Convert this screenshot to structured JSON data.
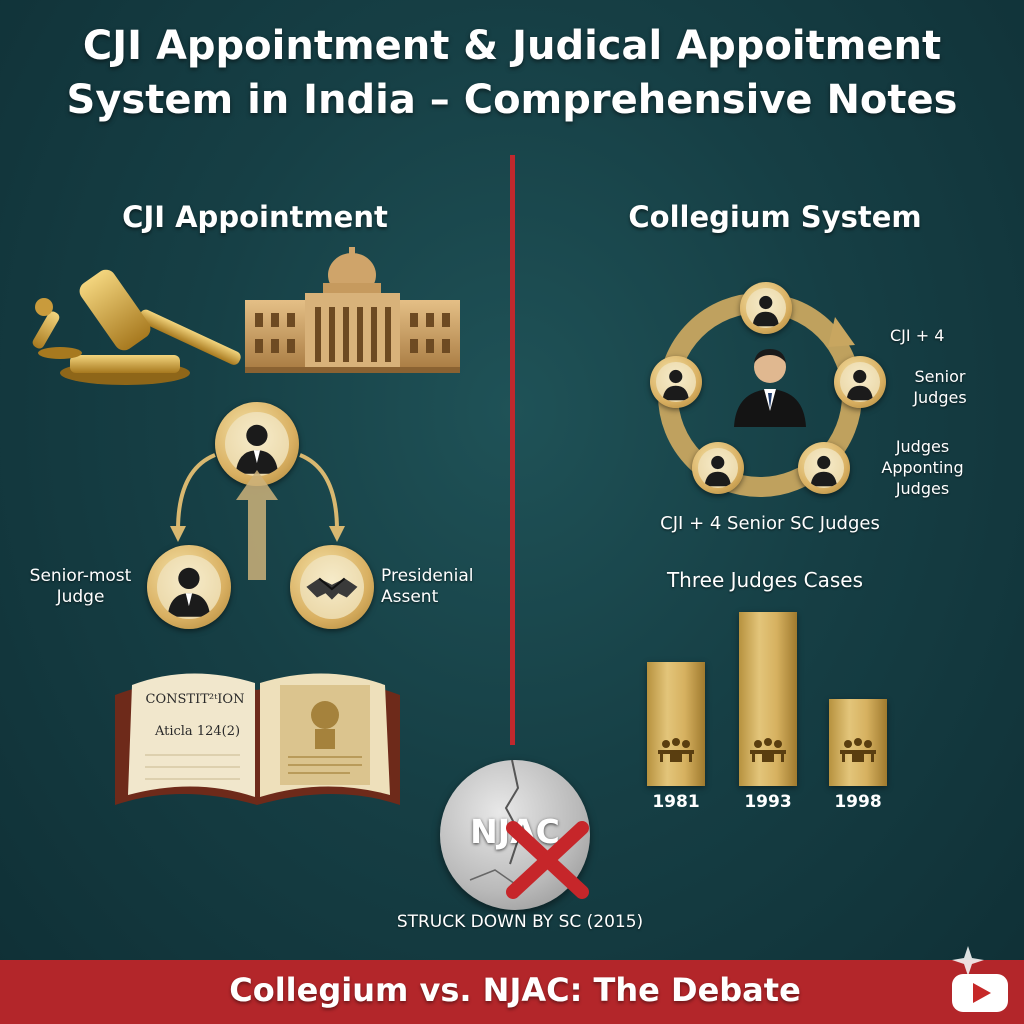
{
  "header": {
    "title_line1": "CJI Appointment & Judical Appoitment",
    "title_line2": "System in India – Comprehensive Notes"
  },
  "left": {
    "heading": "CJI Appointment",
    "senior_label_1": "Senior-most",
    "senior_label_2": "Judge",
    "assent_label_1": "Presidenial",
    "assent_label_2": "Assent",
    "book_title": "CONSTIT²ᵗION",
    "book_article": "Aticla 124(2)"
  },
  "right": {
    "heading": "Collegium System",
    "label_cji4": "CJI + 4",
    "label_senior_1": "Senior",
    "label_senior_2": "Judges",
    "label_judges_1": "Judges",
    "label_judges_2": "Apponting",
    "label_judges_3": "Judges",
    "caption": "CJI + 4 Senior SC Judges",
    "chart_title": "Three Judges Cases"
  },
  "chart_data": {
    "type": "bar",
    "title": "Three Judges Cases",
    "categories": [
      "1981",
      "1993",
      "1998"
    ],
    "values": [
      3.0,
      4.2,
      2.1
    ],
    "ylim": [
      0,
      4.5
    ],
    "grid": false
  },
  "njac": {
    "label": "NJAC",
    "caption": "STRUCK DOWN BY SC (2015)"
  },
  "footer": {
    "banner": "Collegium vs. NJAC: The Debate"
  },
  "colors": {
    "divider": "#c0282d",
    "banner": "#b3262a",
    "gold": "#d9b062",
    "background": "#163f45"
  },
  "icons": {
    "gavel": "gavel-icon",
    "building": "parliament-building-icon",
    "person": "person-icon",
    "handshake": "handshake-icon",
    "book": "constitution-book-icon",
    "cross": "cross-icon",
    "youtube": "youtube-icon"
  }
}
